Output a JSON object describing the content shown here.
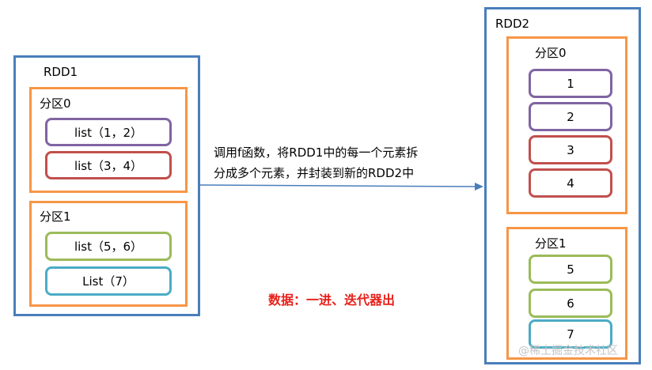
{
  "rdd1": {
    "title": "RDD1",
    "partitions": [
      {
        "title": "分区0",
        "items": [
          "list（1，2）",
          "list（3，4）"
        ]
      },
      {
        "title": "分区1",
        "items": [
          "list（5，6）",
          "List（7）"
        ]
      }
    ]
  },
  "rdd2": {
    "title": "RDD2",
    "partitions": [
      {
        "title": "分区0",
        "items": [
          "1",
          "2",
          "3",
          "4"
        ]
      },
      {
        "title": "分区1",
        "items": [
          "5",
          "6",
          "7"
        ]
      }
    ]
  },
  "arrow": {
    "line1": "调用f函数，将RDD1中的每一个元素拆",
    "line2": "分成多个元素，并封装到新的RDD2中"
  },
  "note": "数据：一进、迭代器出",
  "watermark": "@稀土掘金技术社区",
  "colors": {
    "container_border": "#4a7ebb",
    "partition_border": "#f79646",
    "purple": "#8064a2",
    "red": "#c0504d",
    "green": "#9bbb59",
    "cyan": "#4bacc6",
    "note_text": "#e8201a"
  }
}
